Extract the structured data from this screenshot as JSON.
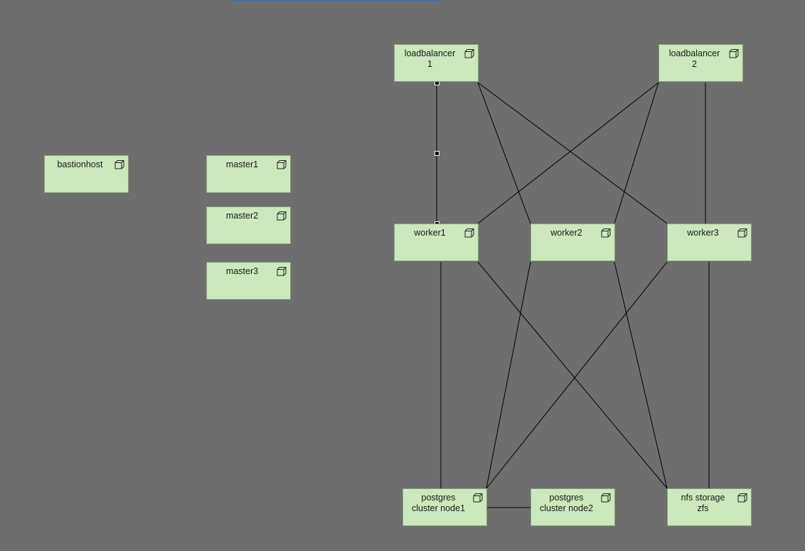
{
  "diagram": {
    "nodes": [
      {
        "id": "bastionhost",
        "lines": [
          "bastionhost"
        ],
        "icon": "node-box-icon"
      },
      {
        "id": "master1",
        "lines": [
          "master1"
        ],
        "icon": "node-box-icon"
      },
      {
        "id": "master2",
        "lines": [
          "master2"
        ],
        "icon": "node-box-icon"
      },
      {
        "id": "master3",
        "lines": [
          "master3"
        ],
        "icon": "node-box-icon"
      },
      {
        "id": "lb1",
        "lines": [
          "loadbalancer",
          "1"
        ],
        "icon": "node-box-icon"
      },
      {
        "id": "lb2",
        "lines": [
          "loadbalancer",
          "2"
        ],
        "icon": "node-box-icon"
      },
      {
        "id": "worker1",
        "lines": [
          "worker1"
        ],
        "icon": "node-box-icon"
      },
      {
        "id": "worker2",
        "lines": [
          "worker2"
        ],
        "icon": "node-box-icon"
      },
      {
        "id": "worker3",
        "lines": [
          "worker3"
        ],
        "icon": "node-box-icon"
      },
      {
        "id": "pg1",
        "lines": [
          "postgres",
          "cluster node1"
        ],
        "icon": "node-box-icon"
      },
      {
        "id": "pg2",
        "lines": [
          "postgres",
          "cluster node2"
        ],
        "icon": "node-box-icon"
      },
      {
        "id": "nfs",
        "lines": [
          "nfs storage",
          "zfs"
        ],
        "icon": "node-box-icon"
      }
    ],
    "edges": [
      {
        "from": "lb1",
        "to": "worker1",
        "selected": true
      },
      {
        "from": "lb1",
        "to": "worker2"
      },
      {
        "from": "lb1",
        "to": "worker3"
      },
      {
        "from": "lb2",
        "to": "worker1"
      },
      {
        "from": "lb2",
        "to": "worker2"
      },
      {
        "from": "lb2",
        "to": "worker3"
      },
      {
        "from": "worker1",
        "to": "pg1"
      },
      {
        "from": "worker1",
        "to": "nfs"
      },
      {
        "from": "worker2",
        "to": "pg1"
      },
      {
        "from": "worker2",
        "to": "nfs"
      },
      {
        "from": "worker3",
        "to": "pg1"
      },
      {
        "from": "worker3",
        "to": "nfs"
      },
      {
        "from": "pg1",
        "to": "pg2"
      }
    ]
  },
  "colors": {
    "background": "#6e6e6e",
    "node_fill": "#cce8bc",
    "node_border": "#8aa27d",
    "edge": "#000000",
    "title_bar": "#4a6d96"
  }
}
